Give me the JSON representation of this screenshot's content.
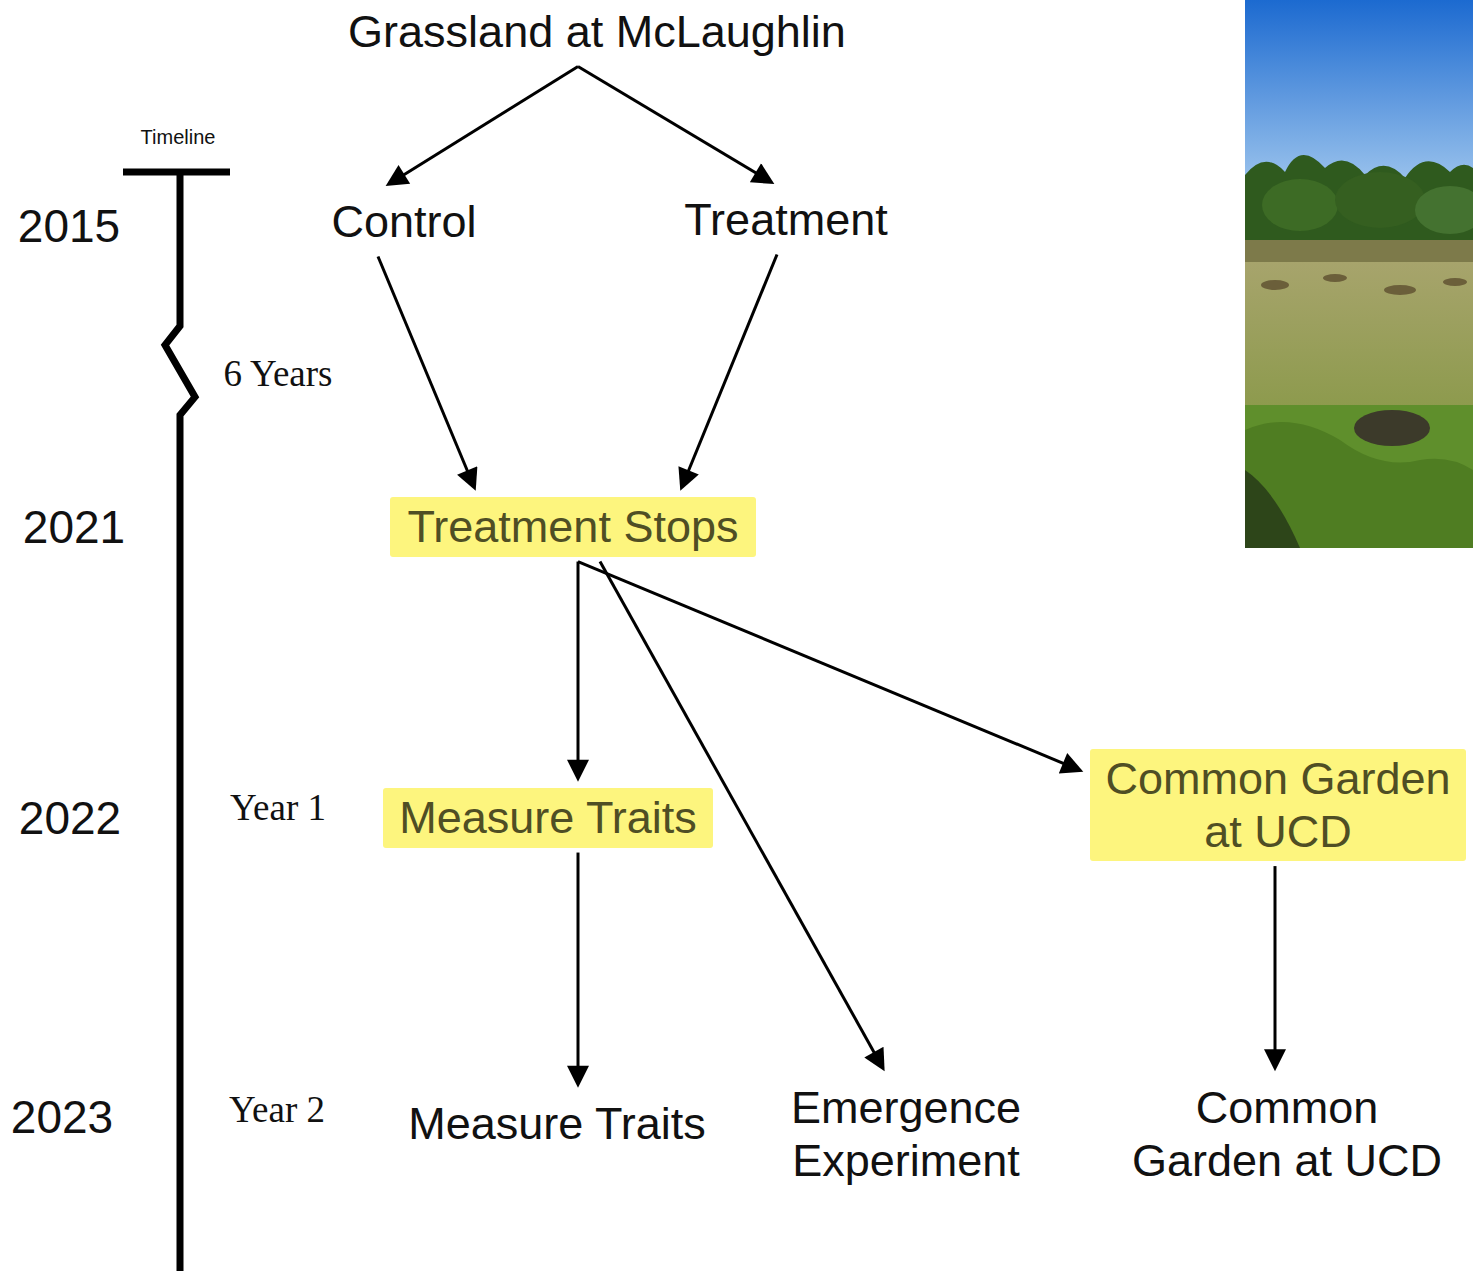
{
  "diagram": {
    "nodes": [
      {
        "text": [
          "Grassland at McLaughlin"
        ]
      },
      {
        "text": [
          "Control"
        ]
      },
      {
        "text": [
          "Treatment"
        ]
      },
      {
        "text": [
          "Treatment Stops"
        ]
      },
      {
        "text": [
          "Measure Traits"
        ]
      },
      {
        "text": [
          "Common Garden at UCD"
        ]
      },
      {
        "text": [
          "Measure Traits"
        ]
      },
      {
        "text": [
          "Emergence Experiment"
        ]
      },
      {
        "text": [
          "Common Garden at UCD"
        ]
      }
    ],
    "edges": [
      {
        "from": 0,
        "to": 1,
        "arrow": "to"
      },
      {
        "from": 0,
        "to": 2,
        "arrow": "to"
      },
      {
        "from": 1,
        "to": 3,
        "arrow": "to"
      },
      {
        "from": 2,
        "to": 3,
        "arrow": "to"
      },
      {
        "from": 3,
        "to": 4,
        "arrow": "to"
      },
      {
        "from": 3,
        "to": 7,
        "arrow": "to"
      },
      {
        "from": 3,
        "to": 5,
        "arrow": "to"
      },
      {
        "from": 4,
        "to": 6,
        "arrow": "to"
      },
      {
        "from": 5,
        "to": 8,
        "arrow": "to"
      }
    ],
    "labels": [
      "Timeline",
      "2015",
      "6 Years",
      "2021",
      "2022",
      "Year 1",
      "2023",
      "Year 2"
    ]
  }
}
